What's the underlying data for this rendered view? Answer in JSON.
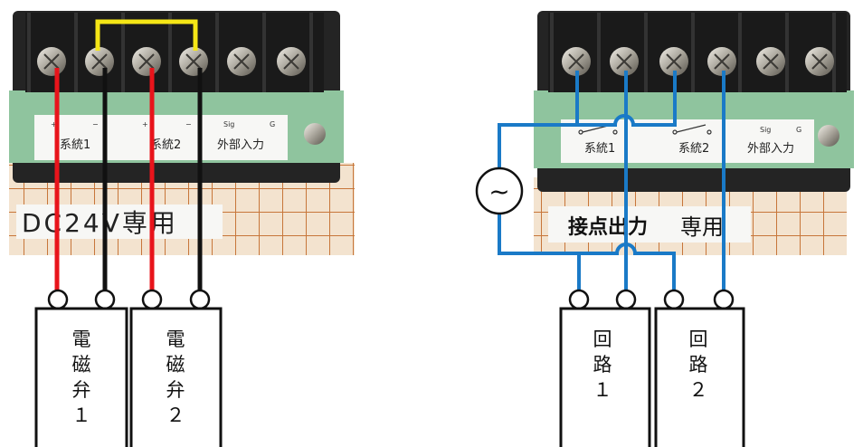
{
  "left_panel": {
    "terminal_labels": [
      {
        "name": "系統1",
        "pos": "+",
        "neg": "−"
      },
      {
        "name": "系統2",
        "pos": "+",
        "neg": "−"
      },
      {
        "name": "外部入力",
        "pos": "Sig",
        "neg": "G"
      }
    ],
    "banner": "DC24V専用",
    "devices": [
      {
        "label": "電磁弁１",
        "chars": [
          "電",
          "磁",
          "弁",
          "１"
        ]
      },
      {
        "label": "電磁弁２",
        "chars": [
          "電",
          "磁",
          "弁",
          "２"
        ]
      }
    ],
    "wire_colors": {
      "positive": "#e8141b",
      "negative": "#111111",
      "jumper": "#f5e616"
    }
  },
  "right_panel": {
    "terminal_labels": [
      {
        "name": "系統1"
      },
      {
        "name": "系統2"
      },
      {
        "name": "外部入力",
        "pos": "Sig",
        "neg": "G"
      }
    ],
    "banner_bold": "接点出力",
    "banner_rest": "専用",
    "ac_symbol": "~",
    "devices": [
      {
        "label": "回路１",
        "chars": [
          "回",
          "路",
          "１"
        ]
      },
      {
        "label": "回路２",
        "chars": [
          "回",
          "路",
          "２"
        ]
      }
    ],
    "wire_color": "#1a7ac7"
  }
}
